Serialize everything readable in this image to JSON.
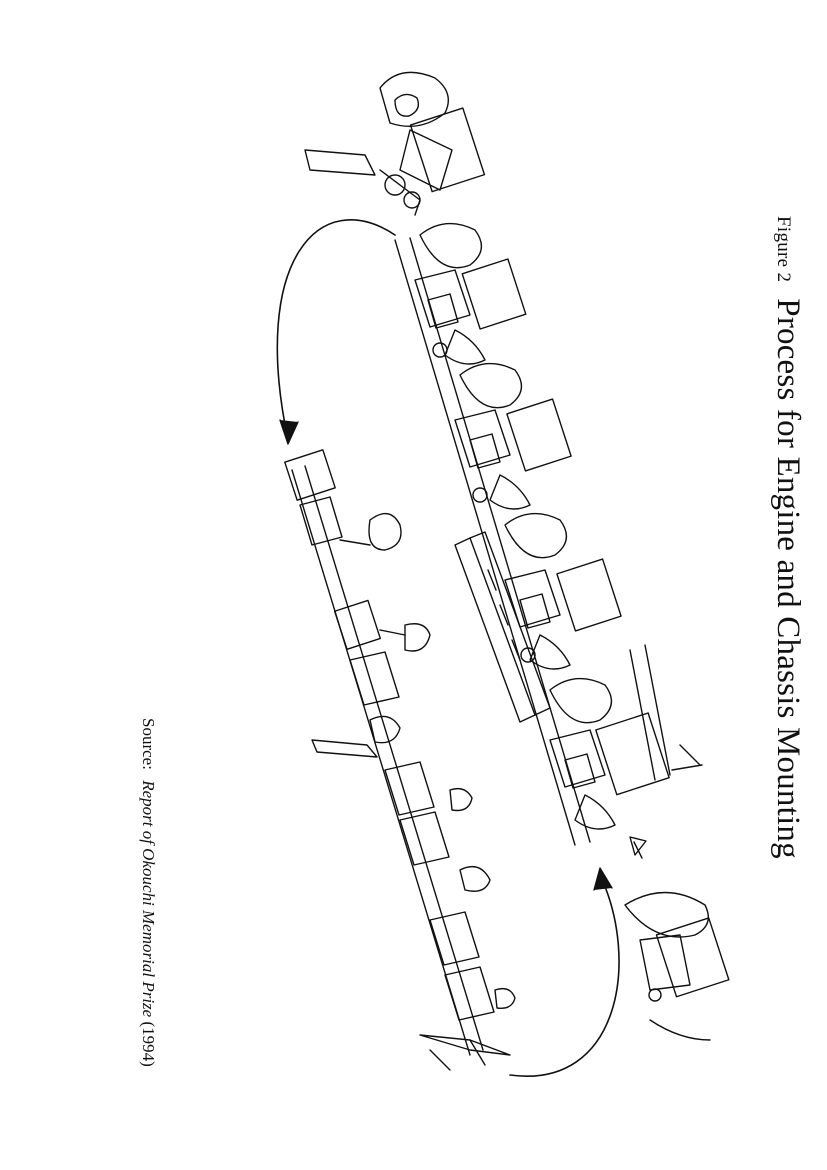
{
  "figure": {
    "label": "Figure 2",
    "title": "Process for Engine and Chassis Mounting"
  },
  "source": {
    "label": "Source:",
    "reference": "Report of Okouchi Memorial Prize",
    "year": "(1994)"
  },
  "illustration": {
    "description_icon": "assembly-line-drawing",
    "line_color": "#111111"
  }
}
